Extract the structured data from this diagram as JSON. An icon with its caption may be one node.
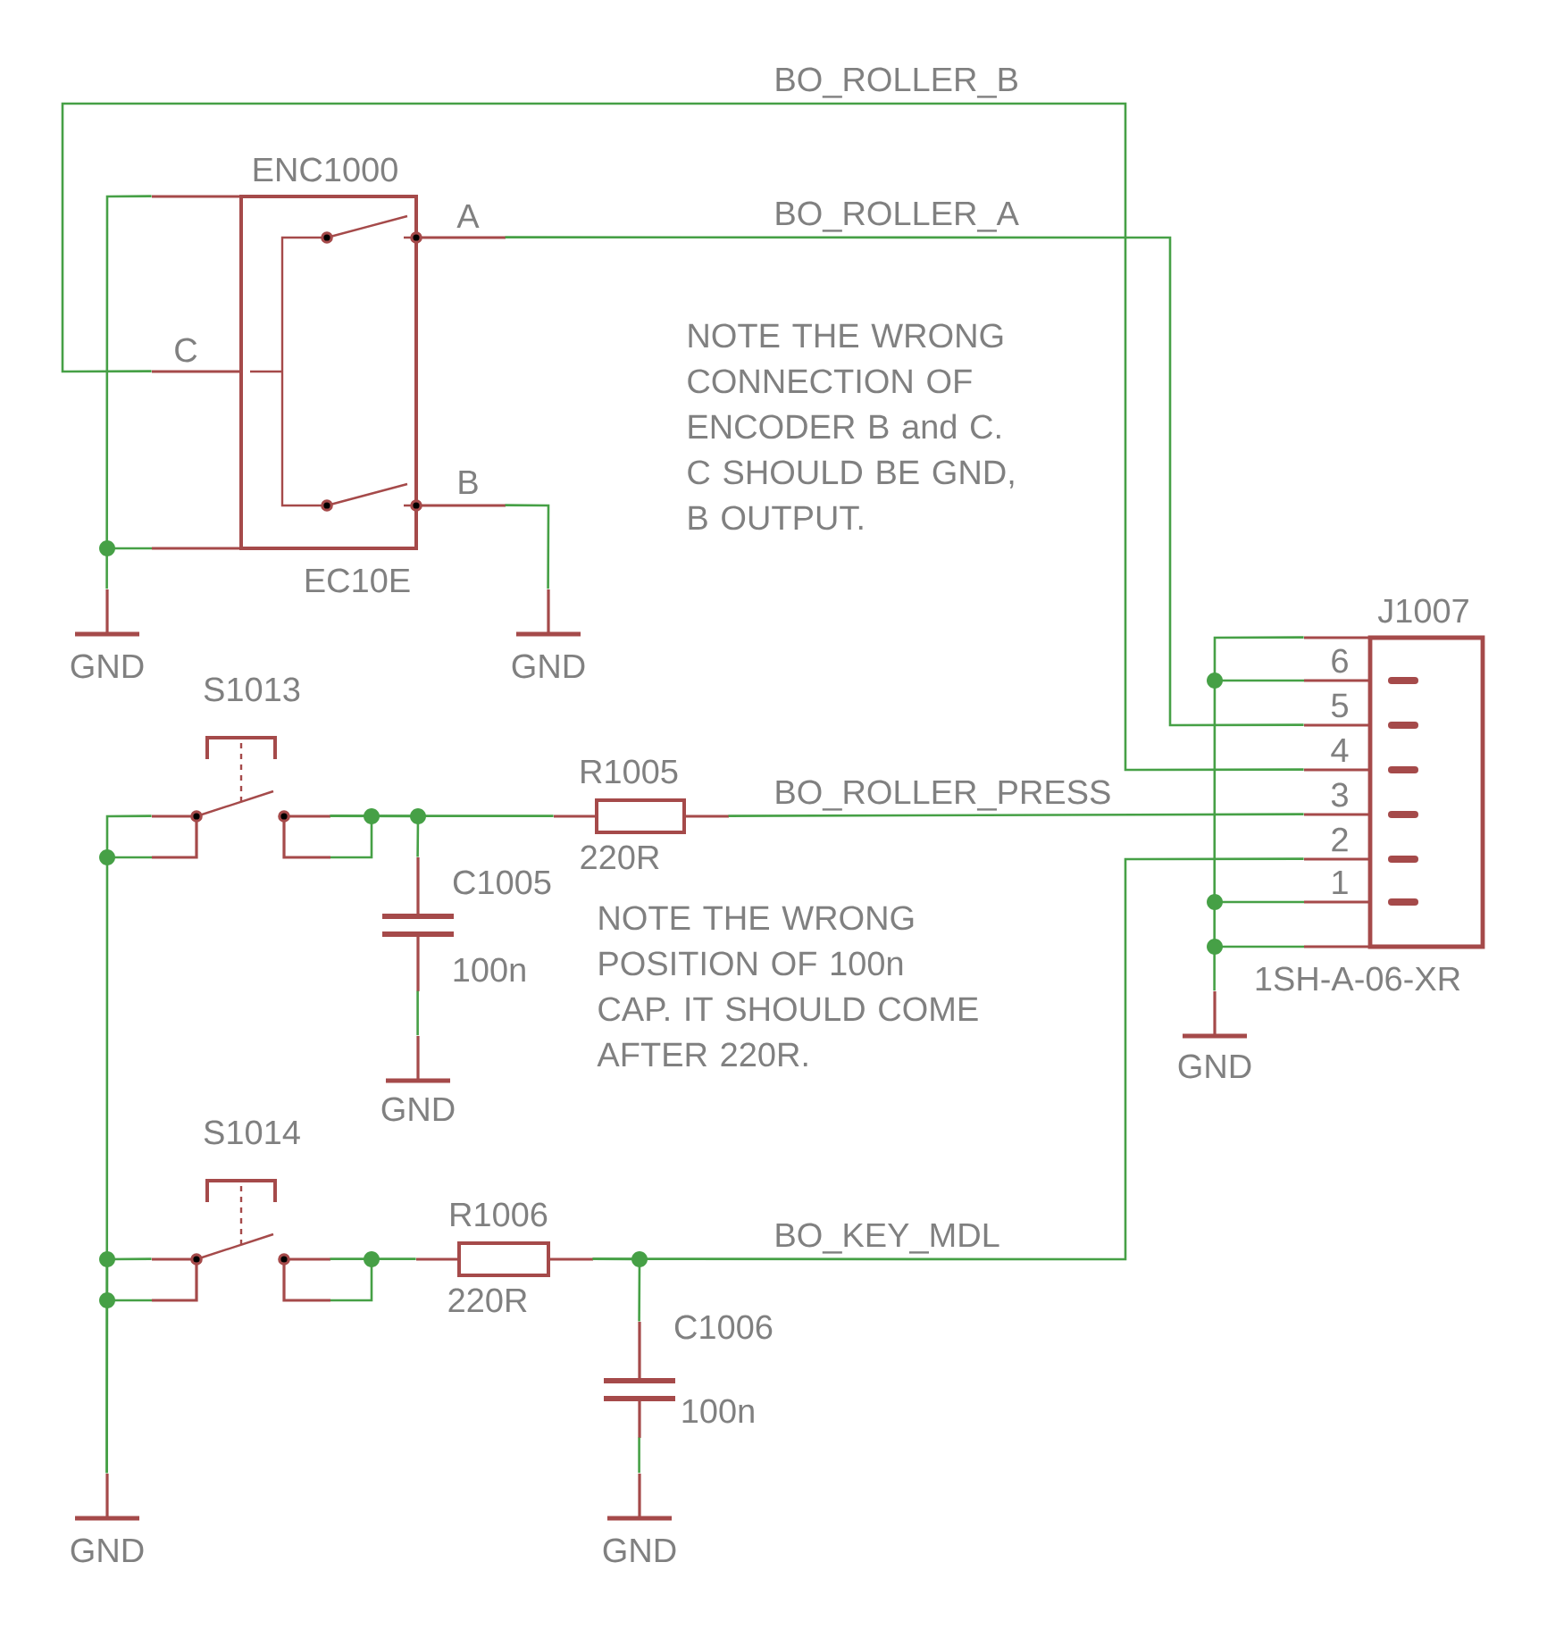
{
  "diagram": {
    "nodes": [
      {
        "text": [
          "ENC1000",
          "EC10E"
        ]
      },
      {
        "text": [
          "GND"
        ]
      },
      {
        "text": [
          "GND"
        ]
      },
      {
        "text": [
          "S1013"
        ]
      },
      {
        "text": [
          "R1005",
          "220R"
        ]
      },
      {
        "text": [
          "C1005",
          "100n"
        ]
      },
      {
        "text": [
          "J1007",
          "1SH-A-06-XR"
        ]
      },
      {
        "text": [
          "GND"
        ]
      },
      {
        "text": [
          "S1014"
        ]
      },
      {
        "text": [
          "R1006",
          "220R"
        ]
      },
      {
        "text": [
          "C1006",
          "100n"
        ]
      },
      {
        "text": [
          "GND"
        ]
      },
      {
        "text": [
          "GND"
        ]
      },
      {
        "text": [
          "GND"
        ]
      }
    ],
    "edges": [
      {
        "from": 0,
        "to": 6,
        "arrow": "none",
        "label": "BO_ROLLER_B"
      },
      {
        "from": 0,
        "to": 6,
        "arrow": "none",
        "label": "BO_ROLLER_A"
      },
      {
        "from": 0,
        "to": 2,
        "arrow": "none"
      },
      {
        "from": 0,
        "to": 1,
        "arrow": "none"
      },
      {
        "from": 3,
        "to": 4,
        "arrow": "none"
      },
      {
        "from": 3,
        "to": 5,
        "arrow": "none"
      },
      {
        "from": 5,
        "to": 7,
        "arrow": "none"
      },
      {
        "from": 4,
        "to": 6,
        "arrow": "none",
        "label": "BO_ROLLER_PRESS"
      },
      {
        "from": 8,
        "to": 11,
        "arrow": "none"
      },
      {
        "from": 8,
        "to": 9,
        "arrow": "none"
      },
      {
        "from": 9,
        "to": 10,
        "arrow": "none"
      },
      {
        "from": 9,
        "to": 6,
        "arrow": "none",
        "label": "BO_KEY_MDL"
      },
      {
        "from": 10,
        "to": 12,
        "arrow": "none"
      },
      {
        "from": 6,
        "to": 13,
        "arrow": "none"
      },
      {
        "from": 3,
        "to": 11,
        "arrow": "none"
      }
    ],
    "labels": [
      "A",
      "B",
      "C",
      "6",
      "5",
      "4",
      "3",
      "2",
      "1",
      "NOTE THE WRONG CONNECTION OF ENCODER B and C. C SHOULD BE GND, B OUTPUT.",
      "NOTE THE WRONG POSITION OF 100n CAP. IT SHOULD COME AFTER 220R."
    ]
  }
}
